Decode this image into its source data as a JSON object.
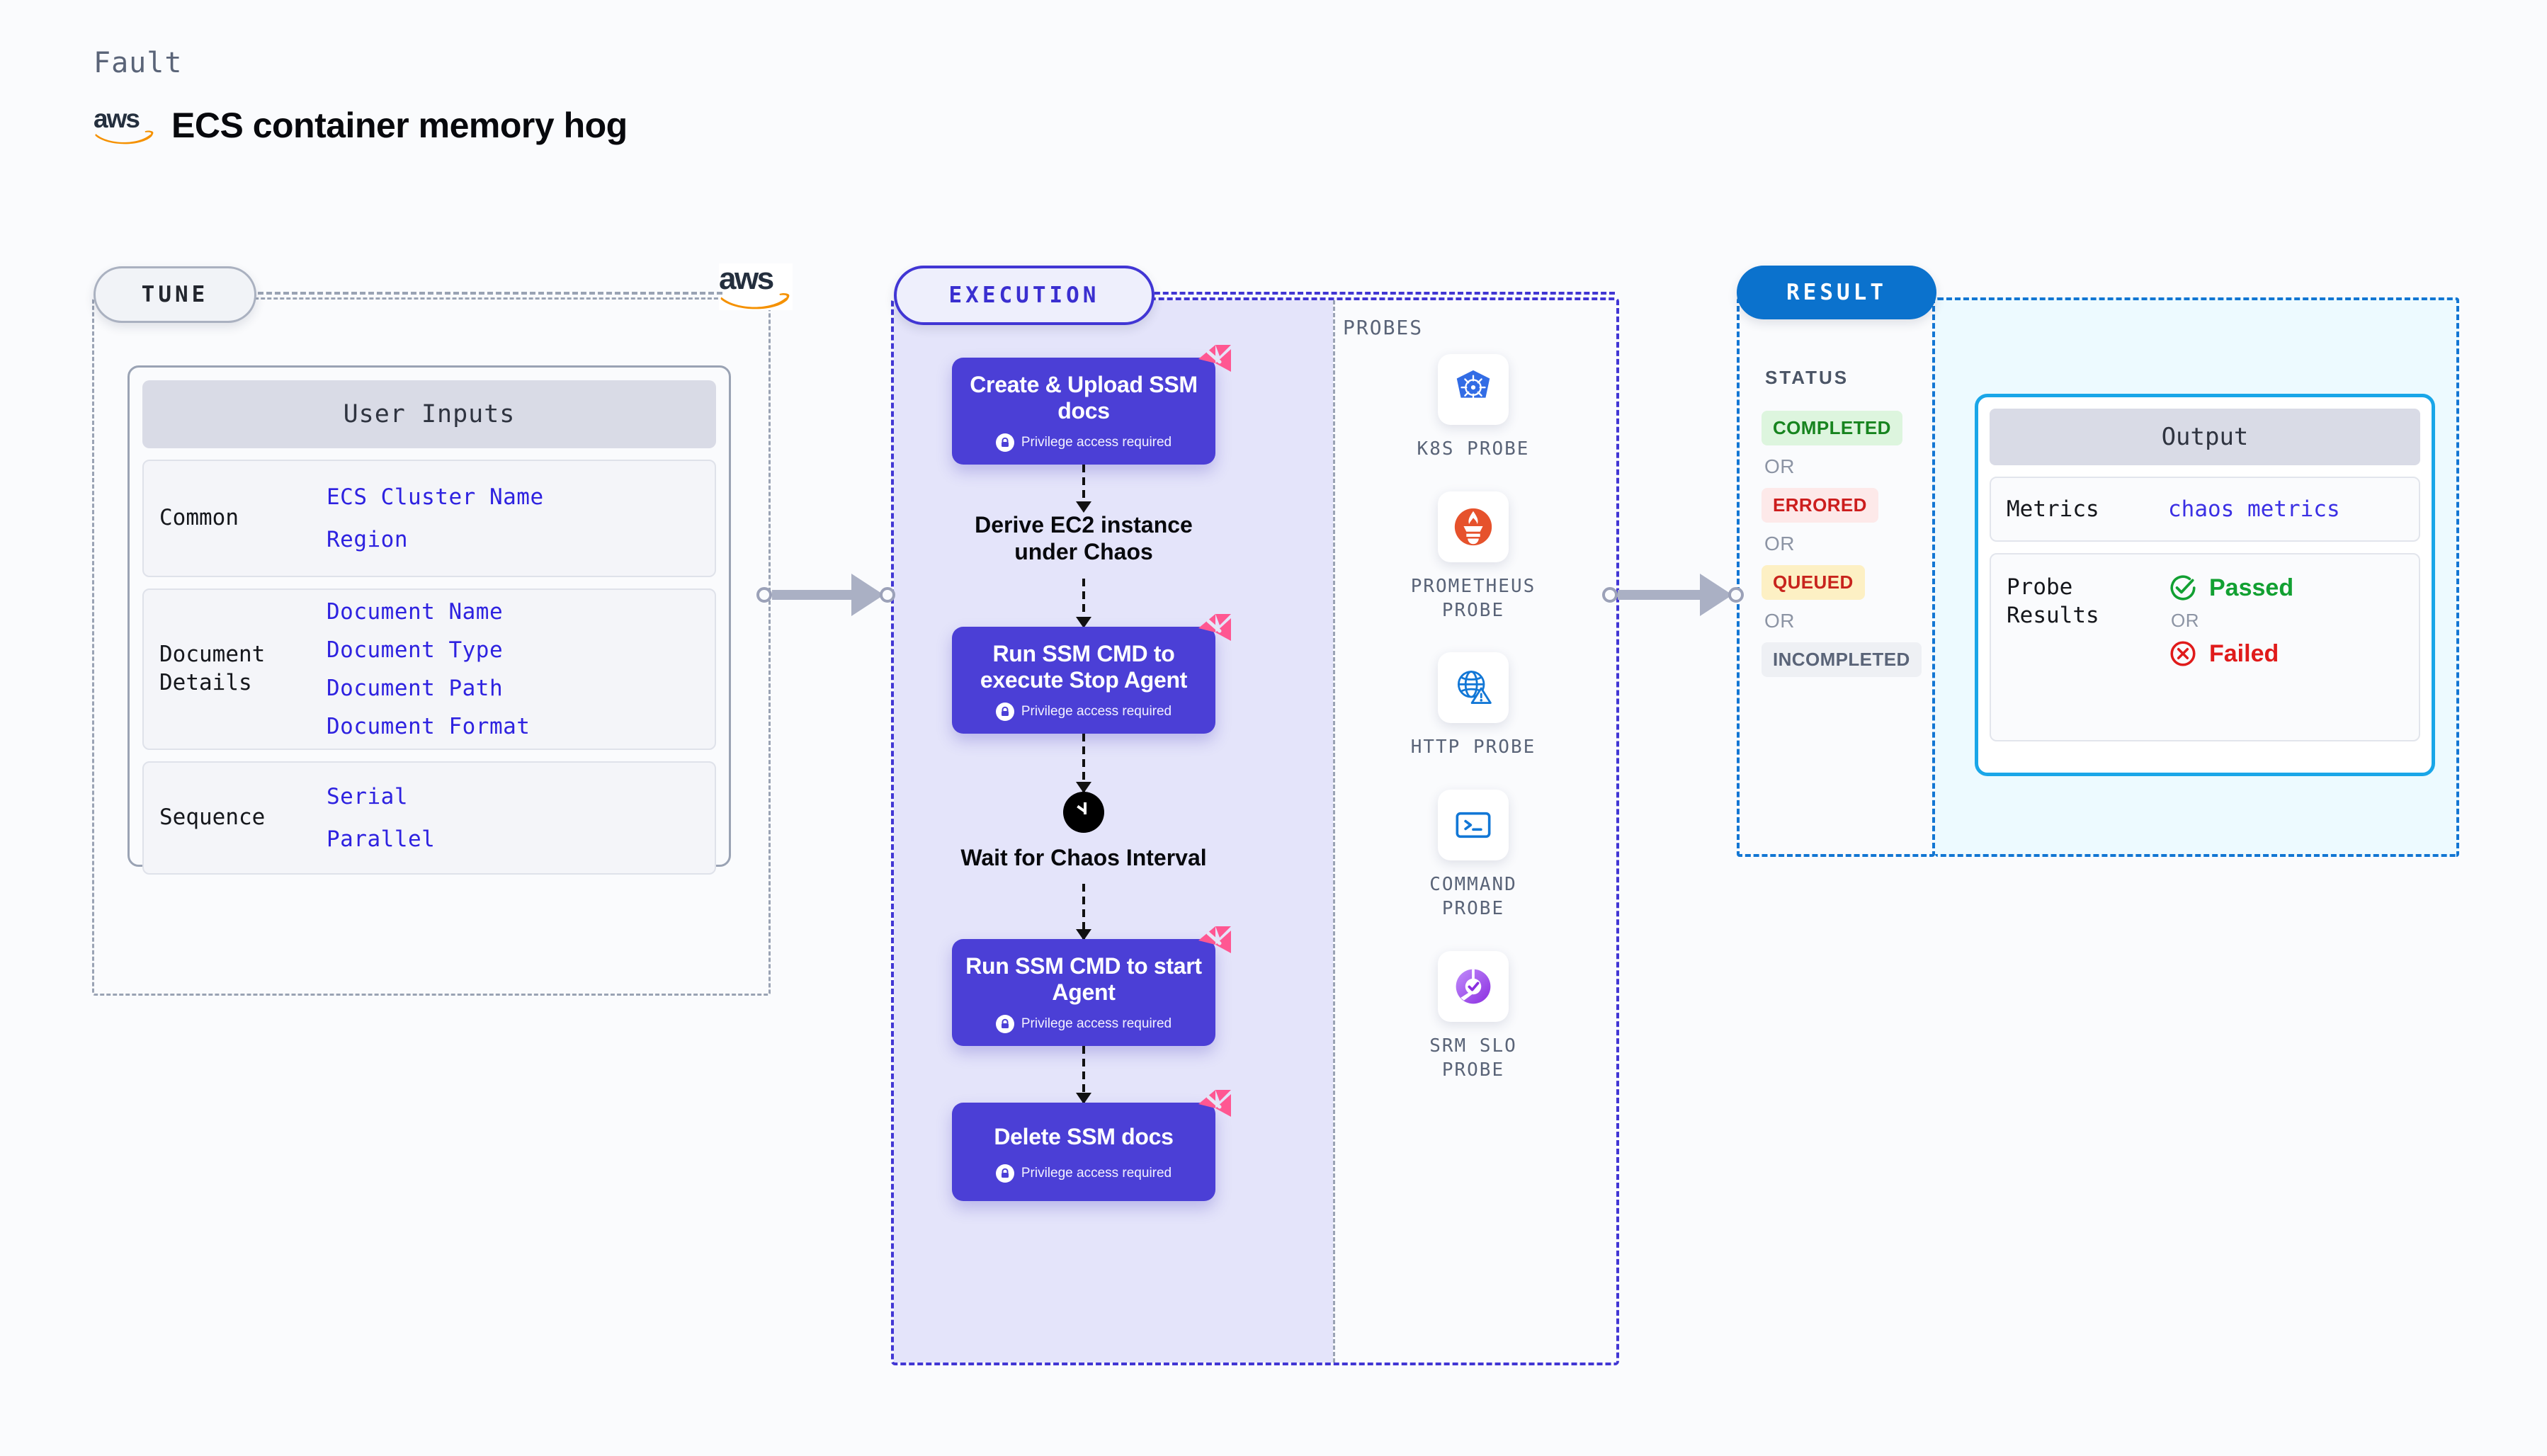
{
  "header": {
    "kicker": "Fault",
    "title": "ECS container memory hog",
    "logo_alt": "aws",
    "aws_wordmark": "aws"
  },
  "tune": {
    "pill_label": "TUNE",
    "aws_wordmark": "aws",
    "card_title": "User Inputs",
    "groups": [
      {
        "label": "Common",
        "values": [
          "ECS Cluster Name",
          "Region"
        ]
      },
      {
        "label": "Document\nDetails",
        "label_line1": "Document",
        "label_line2": "Details",
        "values": [
          "Document Name",
          "Document Type",
          "Document Path",
          "Document Format"
        ]
      },
      {
        "label": "Sequence",
        "values": [
          "Serial",
          "Parallel"
        ]
      }
    ]
  },
  "execution": {
    "pill_label": "EXECUTION",
    "privilege_note": "Privilege access required",
    "steps": [
      {
        "kind": "box",
        "title": "Create & Upload SSM docs",
        "privileged": true
      },
      {
        "kind": "plain",
        "title": "Derive EC2 instance under Chaos"
      },
      {
        "kind": "box",
        "title": "Run SSM CMD to execute Stop Agent",
        "privileged": true
      },
      {
        "kind": "clock",
        "title": "Wait for Chaos Interval"
      },
      {
        "kind": "box",
        "title": "Run SSM CMD to start Agent",
        "privileged": true
      },
      {
        "kind": "box",
        "title": "Delete SSM docs",
        "privileged": true
      }
    ],
    "probes_label": "PROBES",
    "probes": [
      {
        "name": "K8S PROBE",
        "icon": "kubernetes-icon",
        "color": "#326ce5"
      },
      {
        "name": "PROMETHEUS PROBE",
        "icon": "prometheus-icon",
        "color": "#e6522c"
      },
      {
        "name": "HTTP PROBE",
        "icon": "http-globe-icon",
        "color": "#1277d6"
      },
      {
        "name": "COMMAND PROBE",
        "icon": "terminal-icon",
        "color": "#1277d6"
      },
      {
        "name": "SRM SLO PROBE",
        "icon": "srm-slo-icon",
        "color": "#9d4edd"
      }
    ]
  },
  "result": {
    "pill_label": "RESULT",
    "status_label": "STATUS",
    "or_label": "OR",
    "statuses": [
      {
        "label": "COMPLETED",
        "bg": "#ddf5de",
        "fg": "#17841f"
      },
      {
        "label": "ERRORED",
        "bg": "#fde9e9",
        "fg": "#cc1d1d"
      },
      {
        "label": "QUEUED",
        "bg": "#fdf0c4",
        "fg": "#c8241d"
      },
      {
        "label": "INCOMPLETED",
        "bg": "#eef0f4",
        "fg": "#5a6478"
      }
    ],
    "output": {
      "title": "Output",
      "metrics_label": "Metrics",
      "metrics_value": "chaos metrics",
      "probe_results_label_line1": "Probe",
      "probe_results_label_line2": "Results",
      "passed_label": "Passed",
      "failed_label": "Failed",
      "or_label": "OR"
    }
  },
  "colors": {
    "purple": "#4b3fd6",
    "purple_border": "#4136d4",
    "lavender_bg": "#e4e4fa",
    "blue": "#1276d3",
    "cyan": "#1aa6e8",
    "pink": "#ff5792",
    "gray_border": "#9aa3b4",
    "mono_blue": "#2e22e0"
  }
}
